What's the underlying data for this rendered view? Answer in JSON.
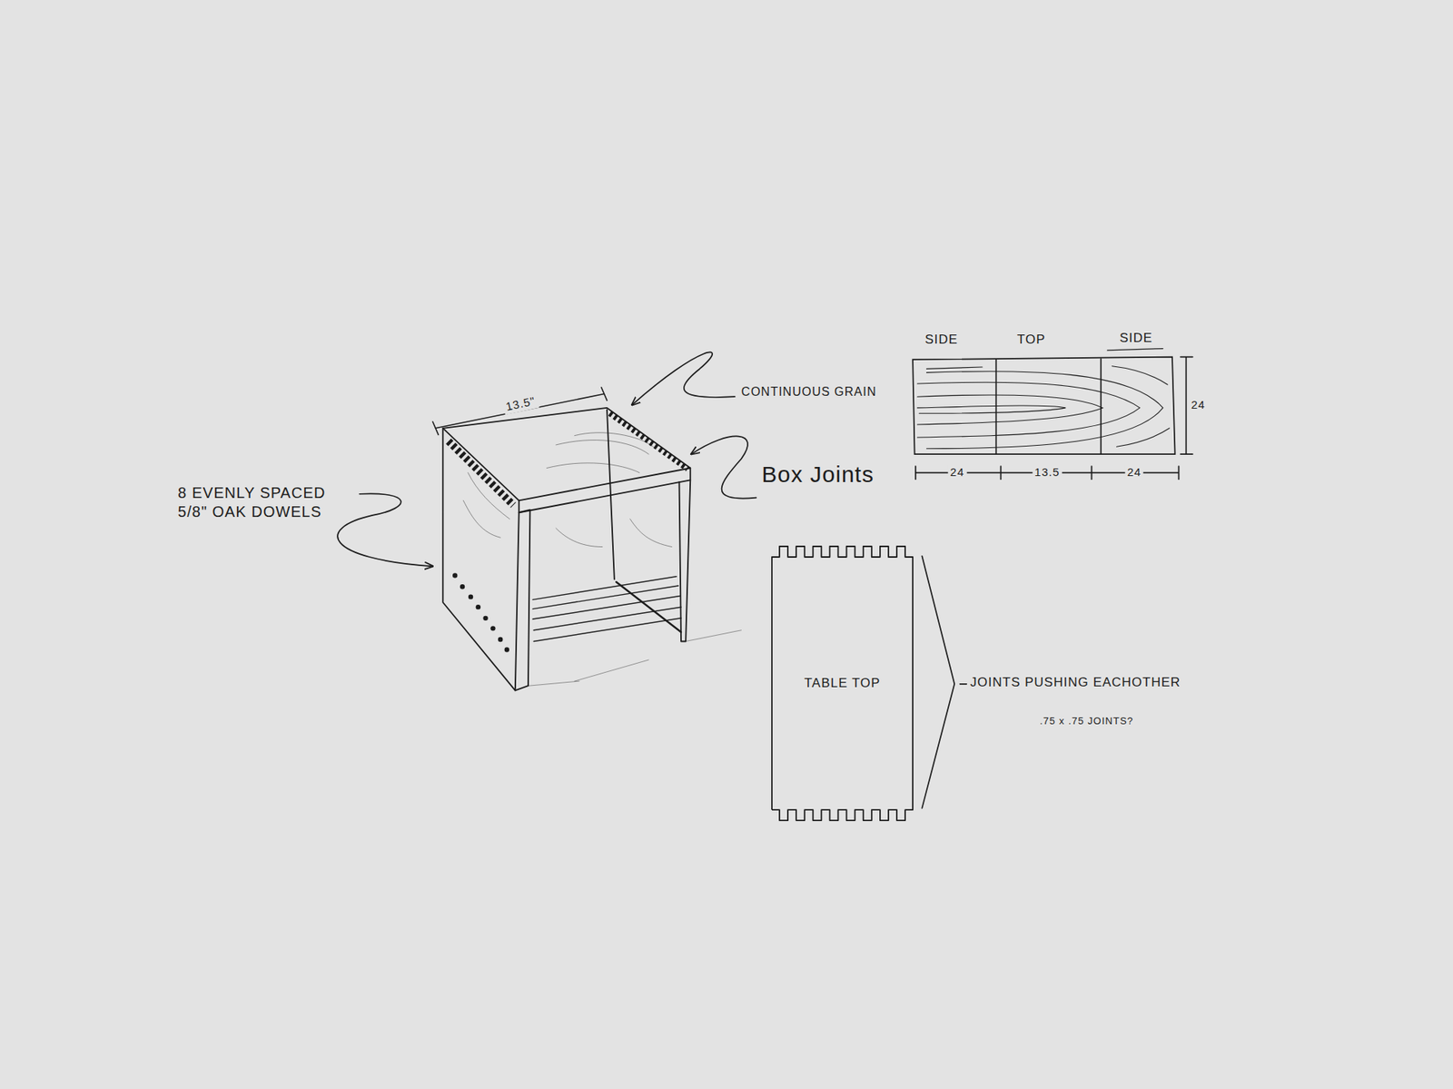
{
  "diagram": {
    "nodes": [
      {
        "text": [
          "TABLE TOP"
        ]
      }
    ],
    "labels": [
      "8 EVENLY SPACED 5/8\" OAK DOWELS",
      "13.5\"",
      "CONTINUOUS GRAIN",
      "Box Joints",
      "SIDE",
      "TOP",
      "SIDE",
      "24",
      "24",
      "13.5",
      "24",
      "JOINTS PUSHING EACHOTHER",
      ".75 x .75 JOINTS?"
    ]
  }
}
